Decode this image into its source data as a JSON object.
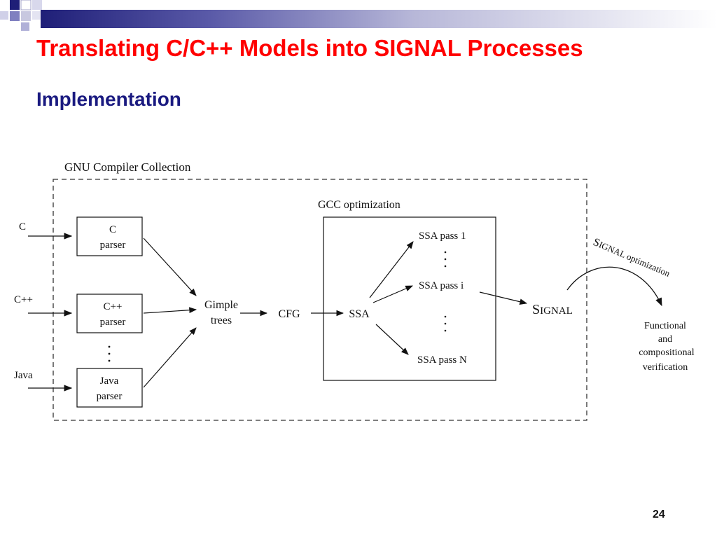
{
  "slide": {
    "title": "Translating C/C++ Models into SIGNAL Processes",
    "subtitle": "Implementation",
    "page_number": "24",
    "colors": {
      "title": "#ff0000",
      "subtitle": "#1a1a80",
      "accent": "#1f1f78"
    }
  },
  "diagram": {
    "gcc_label": "GNU Compiler Collection",
    "inputs": {
      "c": "C",
      "cpp": "C++",
      "java": "Java"
    },
    "parsers": {
      "c_line1": "C",
      "c_line2": "parser",
      "cpp_line1": "C++",
      "cpp_line2": "parser",
      "java_line1": "Java",
      "java_line2": "parser"
    },
    "gimple_line1": "Gimple",
    "gimple_line2": "trees",
    "cfg": "CFG",
    "optimization_label": "GCC optimization",
    "ssa": "SSA",
    "ssa_pass_1": "SSA pass 1",
    "ssa_pass_i": "SSA pass i",
    "ssa_pass_n": "SSA pass N",
    "signal_cap": "S",
    "signal_rest": "IGNAL",
    "signal_opt_cap": "S",
    "signal_opt_rest": "IGNAL optimization",
    "verification_line1": "Functional",
    "verification_line2": "and",
    "verification_line3": "compositional",
    "verification_line4": "verification"
  }
}
